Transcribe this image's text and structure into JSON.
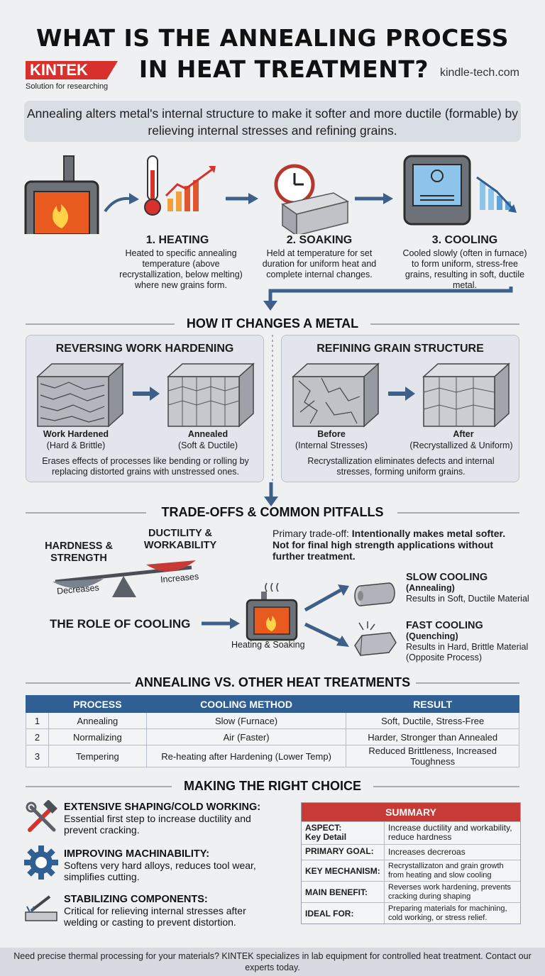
{
  "header": {
    "title_line1": "WHAT IS THE ANNEALING PROCESS",
    "title_line2": "IN HEAT TREATMENT?",
    "brand": "KINTEK",
    "brand_tagline": "Solution for researching",
    "site": "kindle-tech.com"
  },
  "intro": "Annealing alters metal's internal structure to make it softer and more ductile (formable) by relieving internal stresses and refining grains.",
  "steps": [
    {
      "title": "1. HEATING",
      "desc": "Heated to specific annealing temperature (above recrystallization, below melting) where new grains form."
    },
    {
      "title": "2. SOAKING",
      "desc": "Held at temperature for set duration for uniform heat and complete internal changes."
    },
    {
      "title": "3. COOLING",
      "desc": "Cooled slowly (often in furnace) to form uniform, stress-free grains, resulting in soft, ductile metal."
    }
  ],
  "changes": {
    "heading": "HOW IT CHANGES A METAL",
    "left": {
      "title": "REVERSING WORK HARDENING",
      "before_label": "Work Hardened",
      "before_sub": "(Hard & Brittle)",
      "after_label": "Annealed",
      "after_sub": "(Soft & Ductile)",
      "desc": "Erases effects of processes like bending or rolling by replacing distorted grains with unstressed ones."
    },
    "right": {
      "title": "REFINING GRAIN STRUCTURE",
      "before_label": "Before",
      "before_sub": "(Internal Stresses)",
      "after_label": "After",
      "after_sub": "(Recrystallized & Uniform)",
      "desc": "Recrystallization eliminates defects and internal stresses, forming uniform grains."
    }
  },
  "tradeoffs": {
    "heading": "TRADE-OFFS & COMMON PITFALLS",
    "hardness_label": "HARDNESS & STRENGTH",
    "hardness_change": "Decreases",
    "ductility_label": "DUCTILITY & WORKABILITY",
    "ductility_change": "Increases",
    "primary_prefix": "Primary trade-off: ",
    "primary_bold": "Intentionally makes metal softer. Not for final high strength applications without further treatment.",
    "cooling_role": "THE ROLE OF COOLING",
    "furnace_label": "Heating & Soaking",
    "slow_title": "SLOW COOLING",
    "slow_sub": "(Annealing)",
    "slow_result": "Results in Soft, Ductile Material",
    "fast_title": "FAST COOLING",
    "fast_sub": "(Quenching)",
    "fast_result": "Results in Hard, Brittle Material",
    "fast_note": "(Opposite Process)"
  },
  "comparison": {
    "heading": "ANNEALING VS. OTHER HEAT TREATMENTS",
    "columns": [
      "",
      "PROCESS",
      "COOLING METHOD",
      "RESULT"
    ],
    "rows": [
      [
        "1",
        "Annealing",
        "Slow (Furnace)",
        "Soft, Ductile, Stress-Free"
      ],
      [
        "2",
        "Normalizing",
        "Air (Faster)",
        "Harder, Stronger than Annealed"
      ],
      [
        "3",
        "Tempering",
        "Re-heating after Hardening (Lower Temp)",
        "Reduced Brittleness, Increased Toughness"
      ]
    ]
  },
  "choice": {
    "heading": "MAKING THE RIGHT CHOICE",
    "items": [
      {
        "icon": "tools-icon",
        "title": "EXTENSIVE SHAPING/COLD WORKING:",
        "desc": "Essential first step to increase ductility and prevent cracking."
      },
      {
        "icon": "gear-icon",
        "title": "IMPROVING MACHINABILITY:",
        "desc": "Softens very hard alloys, reduces tool wear, simplifies cutting."
      },
      {
        "icon": "welding-icon",
        "title": "STABILIZING COMPONENTS:",
        "desc": "Critical for relieving internal stresses after welding or casting to prevent distortion."
      }
    ]
  },
  "summary": {
    "title": "SUMMARY",
    "rows": [
      {
        "key": "ASPECT:\nKey Detail",
        "value": "Increase ductility and workability, reduce hardness"
      },
      {
        "key": "PRIMARY GOAL:",
        "value": "Increases decreroas"
      },
      {
        "key": "KEY MECHANISM:",
        "value": "Recrystallizaton and grain growth from heating and slow cooling"
      },
      {
        "key": "MAIN BENEFIT:",
        "value": "Reverses work hardening, prevents cracking during shaping"
      },
      {
        "key": "IDEAL FOR:",
        "value": "Preparing materials for machining, cold working, or stress relief."
      }
    ]
  },
  "footer": "Need precise thermal processing for your materials? KINTEK specializes in lab equipment for controlled heat treatment. Contact our experts today.",
  "colors": {
    "accent_red": "#d8312d",
    "table_blue": "#2f5f93",
    "arrow_blue": "#3d5f88",
    "summary_red": "#c73b37"
  }
}
